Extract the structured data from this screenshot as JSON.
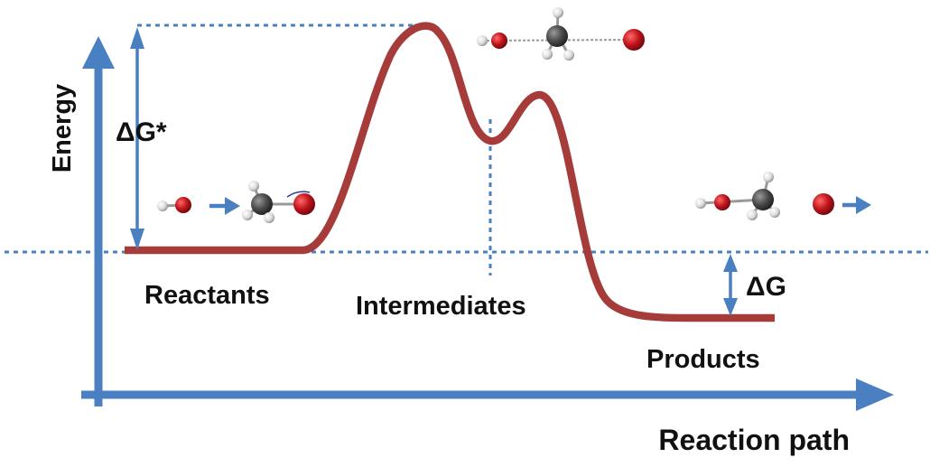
{
  "labels": {
    "y_axis": "Energy",
    "x_axis": "Reaction path",
    "activation_energy": "ΔG*",
    "free_energy_change": "ΔG",
    "reactants": "Reactants",
    "intermediates": "Intermediates",
    "products": "Products"
  },
  "colors": {
    "axis": "#4a7fc1",
    "curve": "#a63c3a",
    "dotted_guide": "#4a7fc1",
    "oxygen_atom": "#b5121b",
    "carbon_atom": "#4a4a4a",
    "hydrogen_atom": "#e6e6e6",
    "text": "#111111"
  }
}
